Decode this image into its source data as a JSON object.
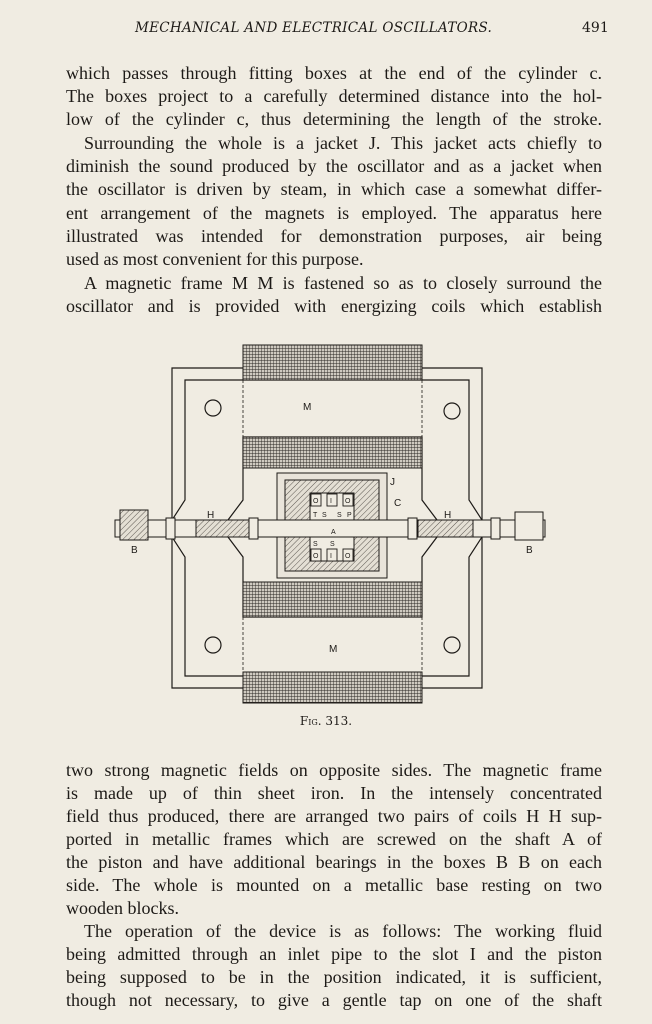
{
  "header": {
    "running_title": "MECHANICAL AND ELECTRICAL OSCILLATORS.",
    "page_number": "491"
  },
  "text_before_figure": [
    "which passes through fitting boxes at the end of the cylinder c.",
    "The boxes project to a carefully determined distance into the hol-",
    "low of the cylinder c, thus determining the length of the stroke.",
    "Surrounding the whole is a jacket J. This jacket acts chiefly to",
    "diminish the sound produced by the oscillator and as a jacket when",
    "the oscillator is driven by steam, in which case a somewhat differ-",
    "ent arrangement of the magnets is employed. The apparatus here",
    "illustrated was intended for demonstration purposes, air being",
    "used as most convenient for this purpose.",
    "A magnetic frame M M is fastened so as to closely surround the",
    "oscillator and is provided with energizing coils which establish"
  ],
  "figure": {
    "caption": "Fig. 313.",
    "labels": {
      "m_top": "M",
      "m_bottom": "M",
      "h_left": "H",
      "h_right": "H",
      "b_left": "B",
      "b_right": "B",
      "j": "J",
      "c": "C",
      "a": "A",
      "o1": "O",
      "i1": "I",
      "o2": "O",
      "t": "T",
      "s1": "S",
      "s2": "S",
      "p": "P",
      "s3": "S",
      "s4": "S",
      "o3": "O",
      "i2": "I",
      "o4": "O"
    }
  },
  "text_after_figure": [
    "two strong magnetic fields on opposite sides. The magnetic frame",
    "is made up of thin sheet iron. In the intensely concentrated",
    "field thus produced, there are arranged two pairs of coils H H sup-",
    "ported in metallic frames which are screwed on the shaft A of",
    "the piston and have additional bearings in the boxes B B on each",
    "side. The whole is mounted on a metallic base resting on two",
    "wooden blocks.",
    "The operation of the device is as follows: The working fluid",
    "being admitted through an inlet pipe to the slot I and the piston",
    "being supposed to be in the position indicated, it is sufficient,",
    "though not necessary, to give a gentle tap on one of the shaft"
  ]
}
